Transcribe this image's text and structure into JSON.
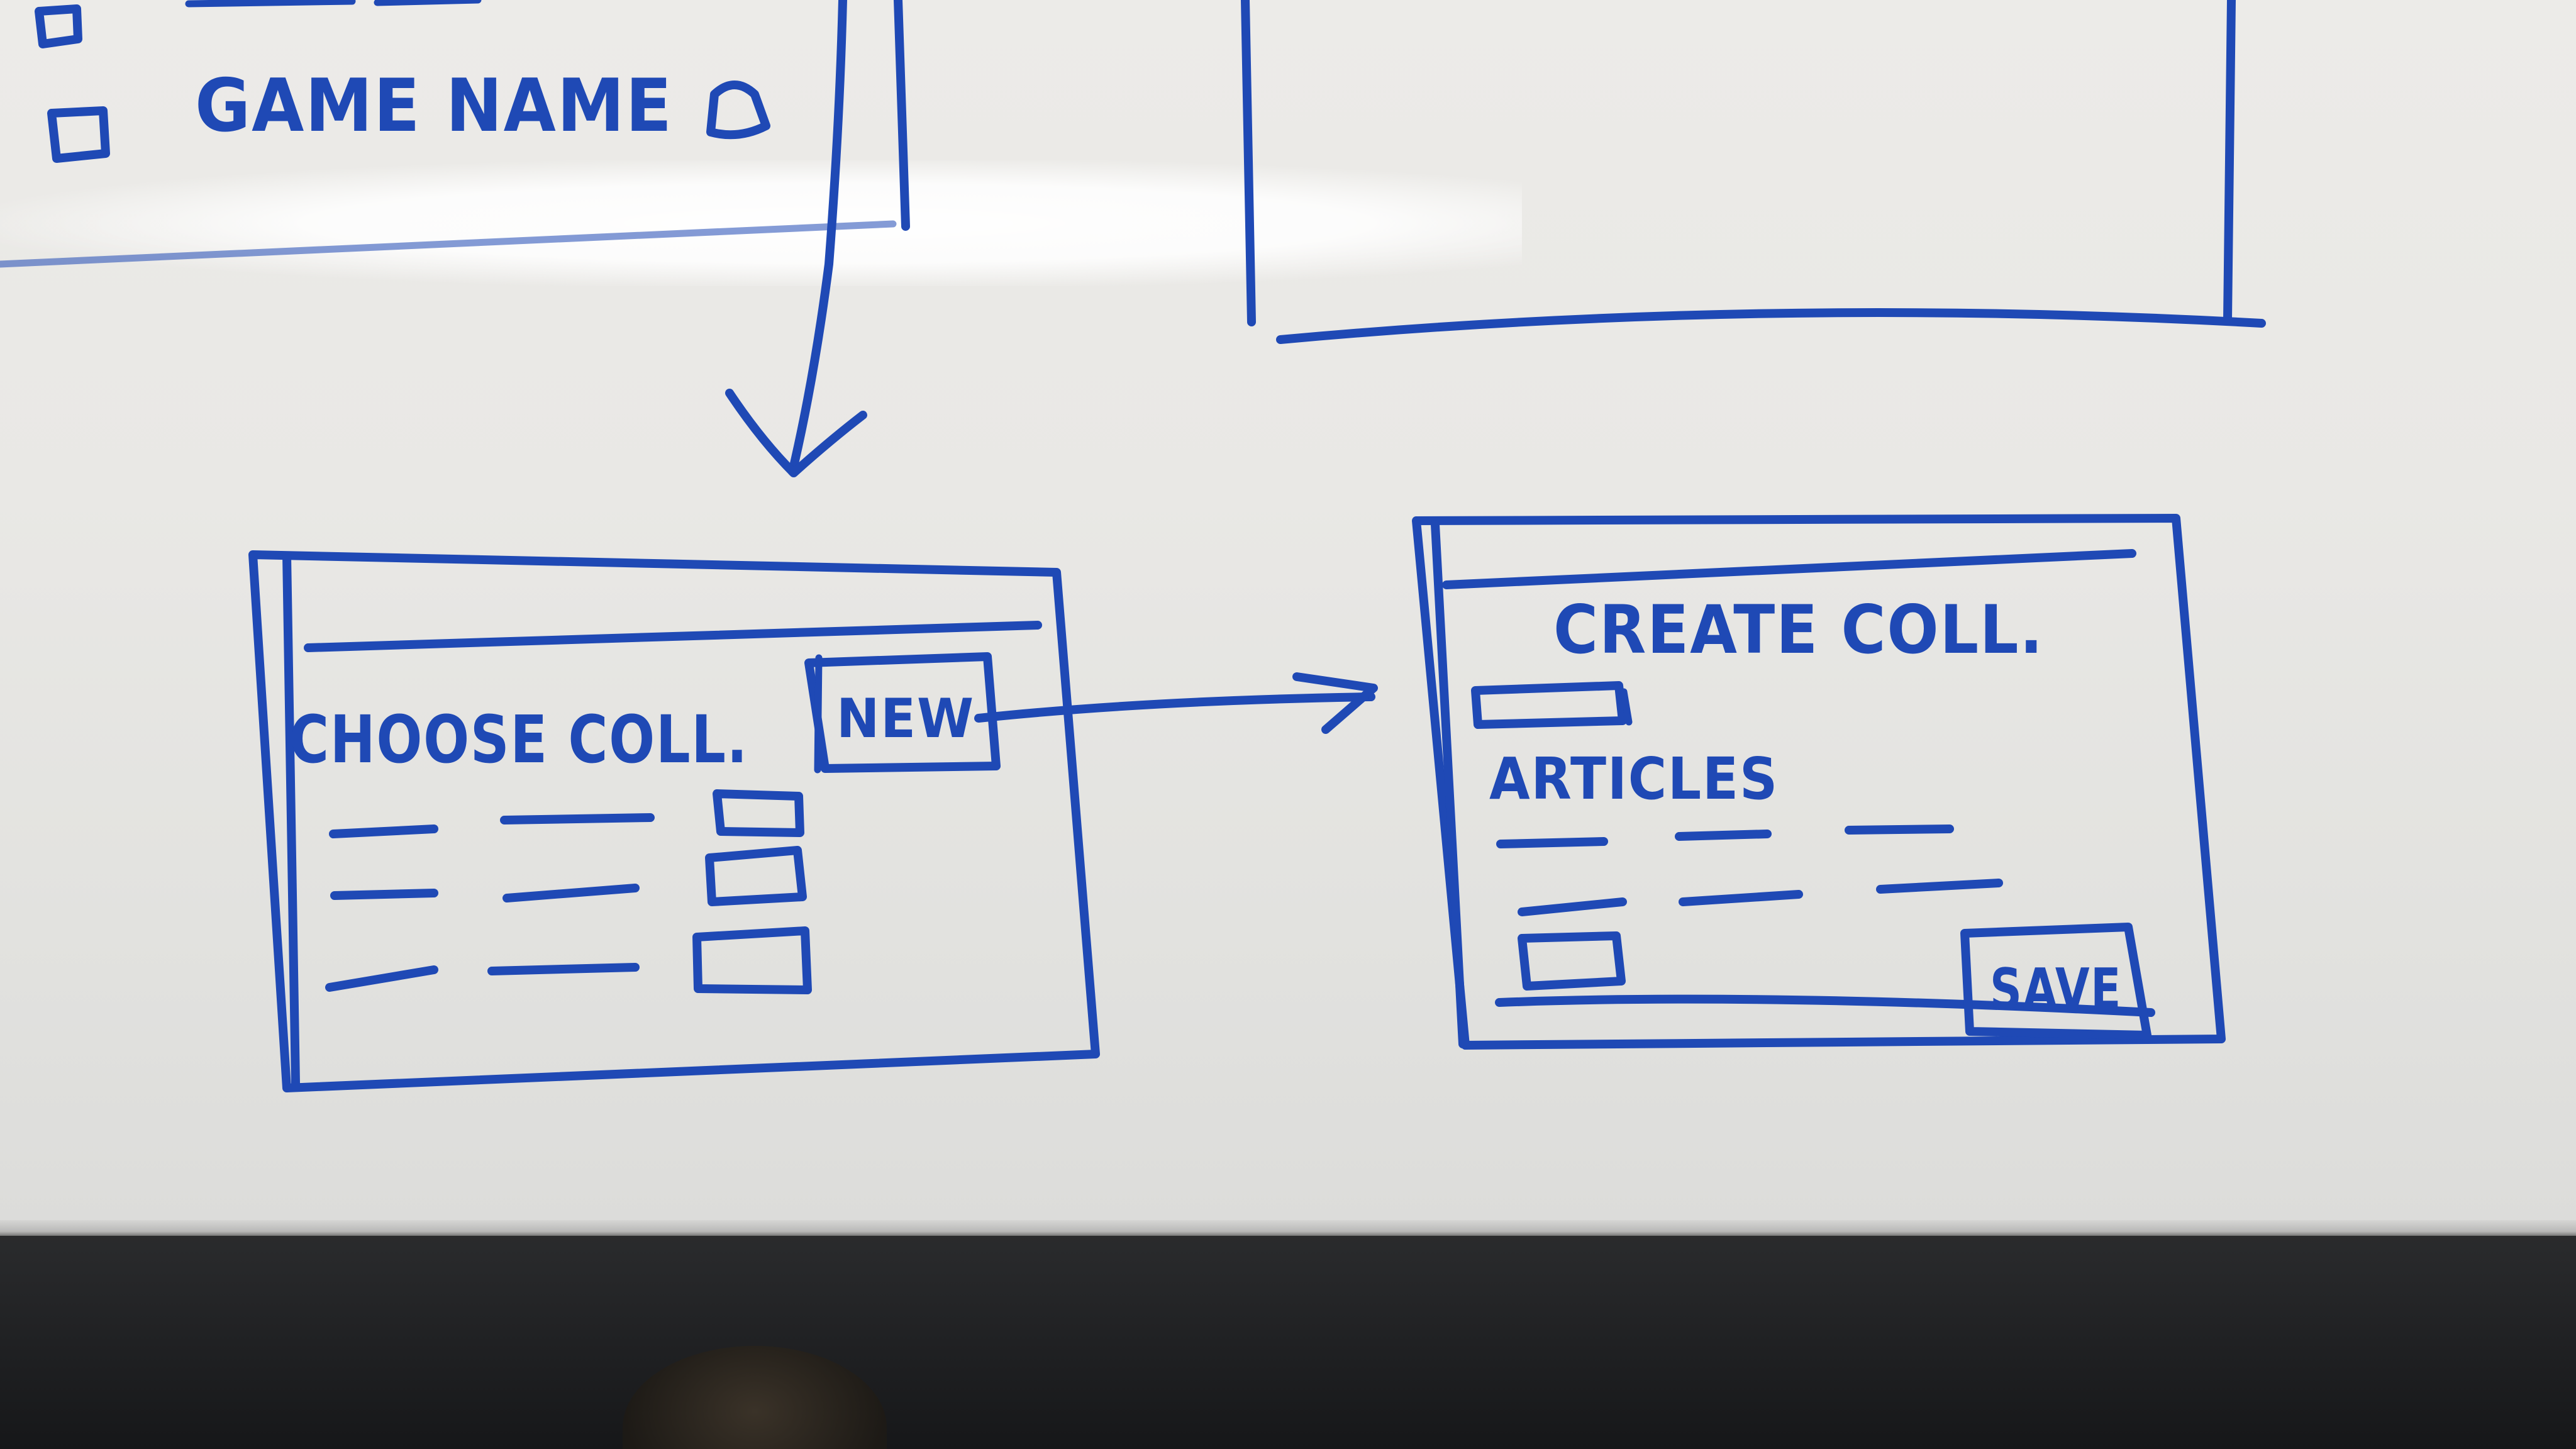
{
  "whiteboard": {
    "top_list": {
      "item_label": "GAME NAME"
    },
    "choose_screen": {
      "title": "CHOOSE COLL.",
      "new_button_label": "NEW"
    },
    "create_screen": {
      "title": "CREATE COLL.",
      "section_label": "ARTICLES",
      "save_button_label": "SAVE"
    }
  },
  "ink_color": "#1f49b5"
}
